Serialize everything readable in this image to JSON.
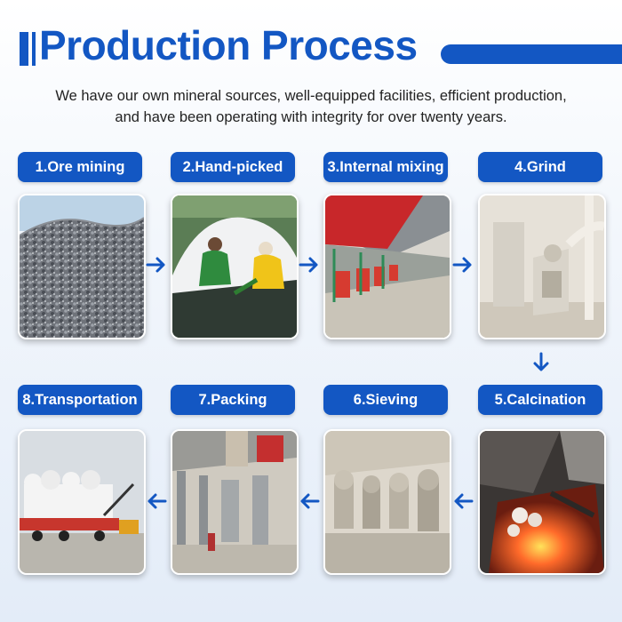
{
  "header": {
    "title": "Production Process",
    "intro_line1": "We have our own mineral sources, well-equipped facilities, efficient production,",
    "intro_line2": "and have been operating with integrity for over twenty years."
  },
  "steps": [
    {
      "label": "1.Ore mining"
    },
    {
      "label": "2.Hand-picked"
    },
    {
      "label": "3.Internal mixing"
    },
    {
      "label": "4.Grind"
    },
    {
      "label": "5.Calcination"
    },
    {
      "label": "6.Sieving"
    },
    {
      "label": "7.Packing"
    },
    {
      "label": "8.Transportation"
    }
  ],
  "colors": {
    "accent": "#1357c3",
    "label_text": "#ffffff",
    "body_text": "#222222"
  },
  "icons": {
    "flow_arrow": "arrow-icon"
  }
}
